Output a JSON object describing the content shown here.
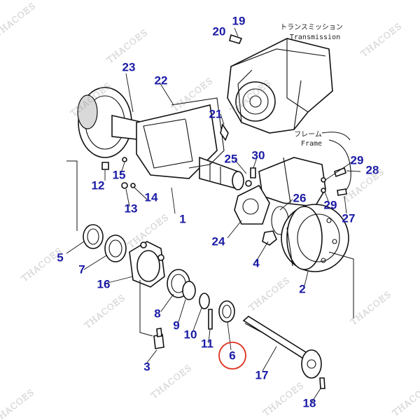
{
  "notes": {
    "transmission_jp": "トランスミッション",
    "transmission_en": "Transmission",
    "frame_jp": "フレーム",
    "frame_en": "Frame"
  },
  "watermark": "THACOES",
  "callouts": [
    {
      "id": "1",
      "label": "1"
    },
    {
      "id": "2",
      "label": "2"
    },
    {
      "id": "3",
      "label": "3"
    },
    {
      "id": "4",
      "label": "4"
    },
    {
      "id": "5",
      "label": "5"
    },
    {
      "id": "6",
      "label": "6"
    },
    {
      "id": "7",
      "label": "7"
    },
    {
      "id": "8",
      "label": "8"
    },
    {
      "id": "9",
      "label": "9"
    },
    {
      "id": "10",
      "label": "10"
    },
    {
      "id": "11",
      "label": "11"
    },
    {
      "id": "12",
      "label": "12"
    },
    {
      "id": "13",
      "label": "13"
    },
    {
      "id": "14",
      "label": "14"
    },
    {
      "id": "15",
      "label": "15"
    },
    {
      "id": "16",
      "label": "16"
    },
    {
      "id": "17",
      "label": "17"
    },
    {
      "id": "18",
      "label": "18"
    },
    {
      "id": "19",
      "label": "19"
    },
    {
      "id": "20",
      "label": "20"
    },
    {
      "id": "21",
      "label": "21"
    },
    {
      "id": "22",
      "label": "22"
    },
    {
      "id": "23",
      "label": "23"
    },
    {
      "id": "24",
      "label": "24"
    },
    {
      "id": "25",
      "label": "25"
    },
    {
      "id": "26",
      "label": "26"
    },
    {
      "id": "27",
      "label": "27"
    },
    {
      "id": "28",
      "label": "28"
    },
    {
      "id": "29a",
      "label": "29"
    },
    {
      "id": "29b",
      "label": "29"
    },
    {
      "id": "30",
      "label": "30"
    }
  ],
  "highlighted_callout": "6",
  "colors": {
    "callout_text": "#1a1aa6",
    "highlight_ring": "#e0301e",
    "line_art": "#111111"
  }
}
